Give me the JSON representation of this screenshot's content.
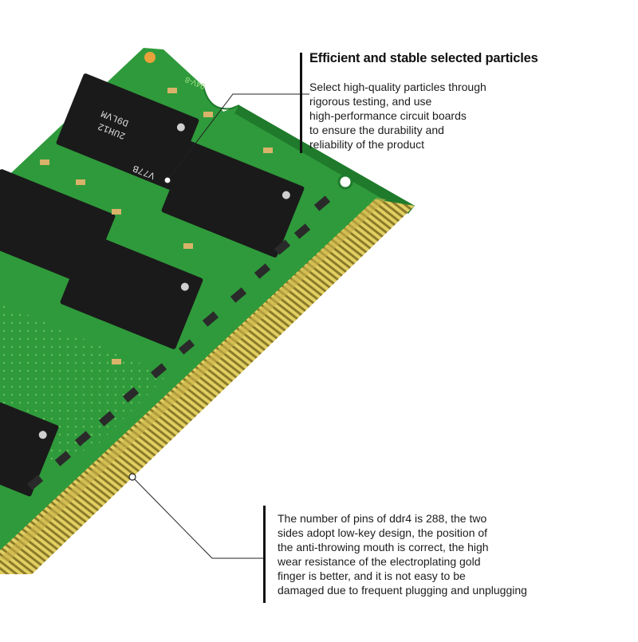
{
  "callout_top": {
    "heading": "Efficient and stable selected particles",
    "lines": [
      "Select high-quality particles through",
      "rigorous testing, and use",
      "high-performance circuit boards",
      "to ensure the durability and",
      "reliability of the product"
    ]
  },
  "callout_bottom": {
    "lines": [
      "The number of pins of ddr4 is 288, the two",
      "sides adopt low-key design, the position of",
      "the anti-throwing mouth is correct, the high",
      "wear resistance of the electroplating gold",
      "finger is better, and it is not easy to be",
      "damaged due to frequent plugging and unplugging"
    ]
  },
  "module": {
    "chip_marking": [
      "2UH12",
      "D9LVM",
      "V77B"
    ],
    "pcb_marking": "94V-8"
  },
  "colors": {
    "pcb": "#2f9a3b",
    "pcb_dark": "#1f7a2c",
    "chip": "#1a1a1a",
    "gold": "#d9c45a",
    "text": "#1c1c1c",
    "bar": "#111111"
  }
}
